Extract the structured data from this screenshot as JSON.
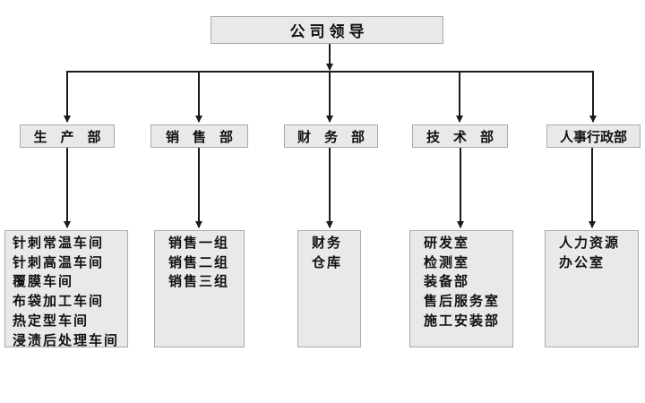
{
  "root": {
    "label": "公司领导"
  },
  "departments": [
    {
      "label": "生　产　部",
      "children": [
        "针刺常温车间",
        "针刺高温车间",
        "覆膜车间",
        "布袋加工车间",
        "热定型车间",
        "浸渍后处理车间"
      ]
    },
    {
      "label": "销　售　部",
      "children": [
        "销售一组",
        "销售二组",
        "销售三组"
      ]
    },
    {
      "label": "财　务　部",
      "children": [
        "财务",
        "仓库"
      ]
    },
    {
      "label": "技　术　部",
      "children": [
        "研发室",
        "检测室",
        "装备部",
        "售后服务室",
        "施工安装部"
      ]
    },
    {
      "label": "人事行政部",
      "children": [
        "人力资源",
        "办公室"
      ]
    }
  ],
  "colors": {
    "box_fill": "#e9e9e9",
    "box_border": "#aaaaaa",
    "connector_line": "#1a1a1a",
    "text": "#111111",
    "background": "#ffffff"
  }
}
